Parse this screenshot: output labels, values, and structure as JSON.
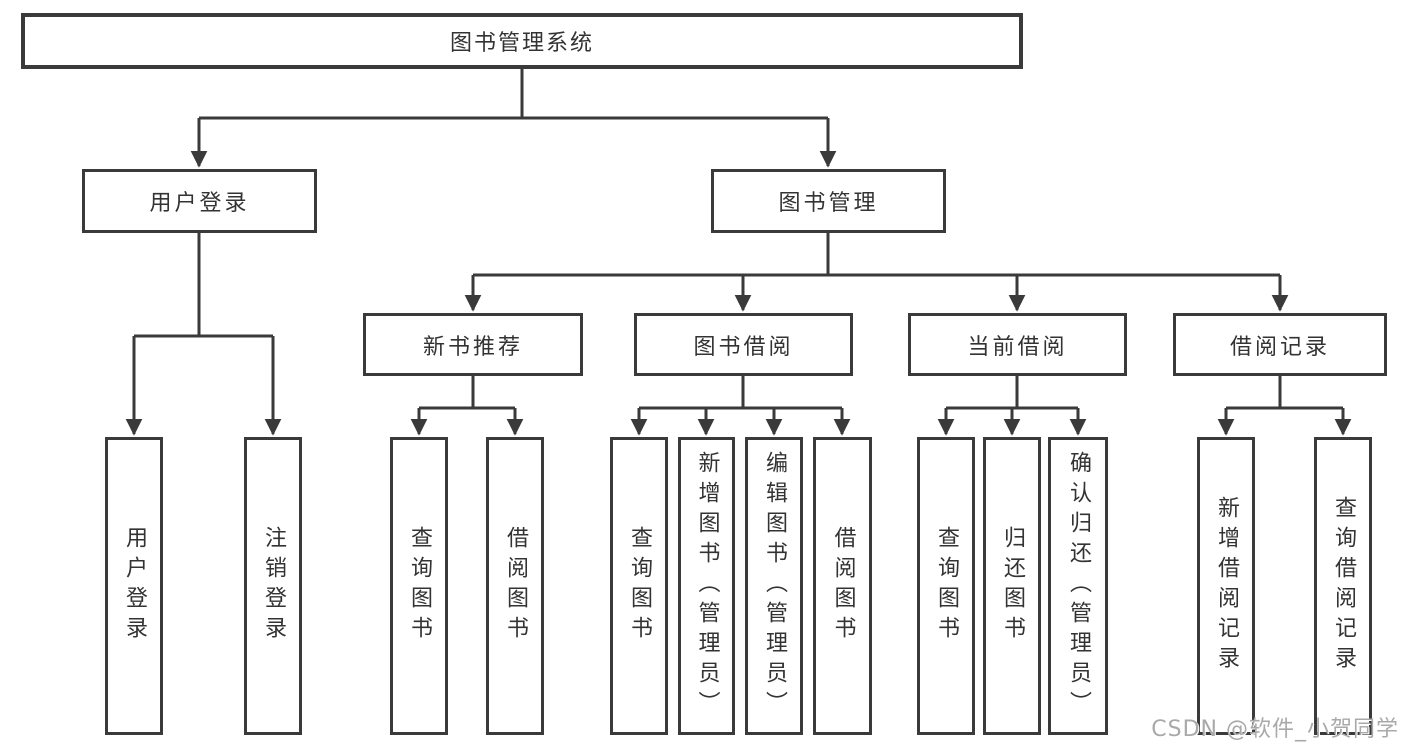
{
  "diagram": {
    "root": "图书管理系统",
    "branches": [
      {
        "label": "用户登录",
        "children": [
          "用户登录",
          "注销登录"
        ]
      },
      {
        "label": "图书管理",
        "groups": [
          {
            "label": "新书推荐",
            "children": [
              "查询图书",
              "借阅图书"
            ]
          },
          {
            "label": "图书借阅",
            "children": [
              "查询图书",
              "新增图书（管理员）",
              "编辑图书（管理员）",
              "借阅图书"
            ]
          },
          {
            "label": "当前借阅",
            "children": [
              "查询图书",
              "归还图书",
              "确认归还（管理员）"
            ]
          },
          {
            "label": "借阅记录",
            "children": [
              "新增借阅记录",
              "查询借阅记录"
            ]
          }
        ]
      }
    ]
  },
  "watermark": "CSDN @软件_小贺同学",
  "colors": {
    "line": "#3a3a3a",
    "text": "#333333",
    "background": "#ffffff",
    "watermark": "#a9a9a9"
  }
}
